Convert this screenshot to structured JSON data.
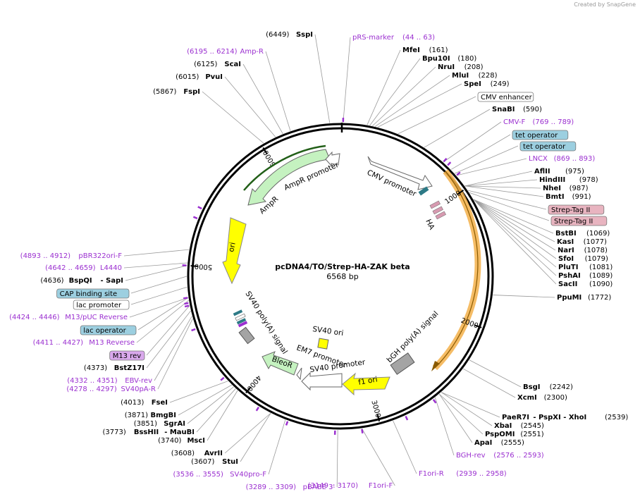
{
  "credit": "Created by SnapGene",
  "title": "pcDNA4/TO/Strep-HA-ZAK beta",
  "size": "6568 bp",
  "ticks": [
    "1000",
    "2000",
    "3000",
    "4000",
    "5000",
    "6000"
  ],
  "features": {
    "cmv_promoter": "CMV promoter",
    "ha": "HA",
    "bgh": "bGH poly(A) signal",
    "f1ori": "f1 ori",
    "sv40ori": "SV40 ori",
    "sv40prom": "SV40 promoter",
    "em7": "EM7 promoter",
    "bleor": "BleoR",
    "sv40pa": "SV40 poly(A) signal",
    "ori": "ori",
    "ampr": "AmpR",
    "ampr_prom": "AmpR promoter"
  },
  "right_labels": [
    {
      "name": "pRS-marker",
      "pos": "(44 .. 63)",
      "kind": "primer"
    },
    {
      "name": "MfeI",
      "pos": "(161)",
      "kind": "enzyme"
    },
    {
      "name": "Bpu10I",
      "pos": "(180)",
      "kind": "enzyme"
    },
    {
      "name": "NruI",
      "pos": "(208)",
      "kind": "enzyme"
    },
    {
      "name": "MluI",
      "pos": "(228)",
      "kind": "enzyme"
    },
    {
      "name": "SpeI",
      "pos": "(249)",
      "kind": "enzyme"
    },
    {
      "name": "CMV enhancer",
      "pos": "",
      "kind": "box-white"
    },
    {
      "name": "SnaBI",
      "pos": "(590)",
      "kind": "enzyme"
    },
    {
      "name": "CMV-F",
      "pos": "(769 .. 789)",
      "kind": "primer"
    },
    {
      "name": "tet operator",
      "pos": "",
      "kind": "box-teal"
    },
    {
      "name": "tet operator",
      "pos": "",
      "kind": "box-teal"
    },
    {
      "name": "LNCX",
      "pos": "(869 .. 893)",
      "kind": "primer"
    },
    {
      "name": "AflII",
      "pos": "(975)",
      "kind": "enzyme"
    },
    {
      "name": "HindIII",
      "pos": "(978)",
      "kind": "enzyme"
    },
    {
      "name": "NheI",
      "pos": "(987)",
      "kind": "enzyme"
    },
    {
      "name": "BmtI",
      "pos": "(991)",
      "kind": "enzyme"
    },
    {
      "name": "Strep-Tag II",
      "pos": "",
      "kind": "box-pink"
    },
    {
      "name": "Strep-Tag II",
      "pos": "",
      "kind": "box-pink"
    },
    {
      "name": "BstBI",
      "pos": "(1069)",
      "kind": "enzyme"
    },
    {
      "name": "KasI",
      "pos": "(1077)",
      "kind": "enzyme"
    },
    {
      "name": "NarI",
      "pos": "(1078)",
      "kind": "enzyme"
    },
    {
      "name": "SfoI",
      "pos": "(1079)",
      "kind": "enzyme"
    },
    {
      "name": "PluTI",
      "pos": "(1081)",
      "kind": "enzyme"
    },
    {
      "name": "PshAI",
      "pos": "(1089)",
      "kind": "enzyme"
    },
    {
      "name": "SacII",
      "pos": "(1090)",
      "kind": "enzyme"
    },
    {
      "name": "PpuMI",
      "pos": "(1772)",
      "kind": "enzyme"
    },
    {
      "name": "BsgI",
      "pos": "(2242)",
      "kind": "enzyme"
    },
    {
      "name": "XcmI",
      "pos": "(2300)",
      "kind": "enzyme"
    }
  ],
  "bottom_right_labels": [
    {
      "name": "PaeR7I",
      "extra": "- PspXI - XhoI",
      "pos": "(2539)"
    },
    {
      "name": "XbaI",
      "extra": "",
      "pos": "(2545)"
    },
    {
      "name": "PspOMI",
      "extra": "",
      "pos": "(2551)"
    },
    {
      "name": "ApaI",
      "extra": "",
      "pos": "(2555)"
    },
    {
      "name": "BGH-rev",
      "extra": "",
      "pos": "(2576 .. 2593)"
    },
    {
      "name": "F1ori-R",
      "extra": "",
      "pos": "(2939 .. 2958)"
    },
    {
      "name": "F1ori-F",
      "extra": "",
      "pos": "(3149 .. 3170)"
    },
    {
      "name": "pBABE 3'",
      "extra": "",
      "pos": "(3289 .. 3309)"
    }
  ],
  "left_labels": [
    {
      "name": "SspI",
      "pos": "(6449)",
      "kind": "enzyme"
    },
    {
      "name": "Amp-R",
      "pos": "(6195 .. 6214)",
      "kind": "primer"
    },
    {
      "name": "ScaI",
      "pos": "(6125)",
      "kind": "enzyme"
    },
    {
      "name": "PvuI",
      "pos": "(6015)",
      "kind": "enzyme"
    },
    {
      "name": "FspI",
      "pos": "(5867)",
      "kind": "enzyme"
    },
    {
      "name": "pBR322ori-F",
      "pos": "(4893 .. 4912)",
      "kind": "primer"
    },
    {
      "name": "L4440",
      "pos": "(4642 .. 4659)",
      "kind": "primer"
    },
    {
      "name": "BspQI",
      "extra": "- SapI",
      "pos": "(4636)",
      "kind": "enzyme"
    },
    {
      "name": "CAP binding site",
      "pos": "",
      "kind": "box-teal"
    },
    {
      "name": "lac promoter",
      "pos": "",
      "kind": "box-white"
    },
    {
      "name": "M13/pUC Reverse",
      "pos": "(4424 .. 4446)",
      "kind": "primer"
    },
    {
      "name": "lac operator",
      "pos": "",
      "kind": "box-teal"
    },
    {
      "name": "M13 Reverse",
      "pos": "(4411 .. 4427)",
      "kind": "primer"
    },
    {
      "name": "M13 rev",
      "pos": "",
      "kind": "box-violet"
    },
    {
      "name": "BstZ17I",
      "pos": "(4373)",
      "kind": "enzyme"
    },
    {
      "name": "EBV-rev",
      "pos": "(4332 .. 4351)",
      "kind": "primer"
    },
    {
      "name": "SV40pA-R",
      "pos": "(4278 .. 4297)",
      "kind": "primer"
    },
    {
      "name": "FseI",
      "pos": "(4013)",
      "kind": "enzyme"
    },
    {
      "name": "BmgBI",
      "pos": "(3871)",
      "kind": "enzyme"
    },
    {
      "name": "SgrAI",
      "pos": "(3851)",
      "kind": "enzyme"
    },
    {
      "name": "BssHII",
      "extra": "- MauBI",
      "pos": "(3773)",
      "kind": "enzyme"
    },
    {
      "name": "MscI",
      "pos": "(3740)",
      "kind": "enzyme"
    },
    {
      "name": "AvrII",
      "pos": "(3608)",
      "kind": "enzyme"
    },
    {
      "name": "StuI",
      "pos": "(3607)",
      "kind": "enzyme"
    },
    {
      "name": "SV40pro-F",
      "pos": "(3536 .. 3555)",
      "kind": "primer"
    }
  ],
  "colors": {
    "primer": "#9b30d0",
    "teal_box": "#9ccfe0",
    "pink_box": "#e8b4c0",
    "violet_box": "#d9a8ec",
    "green_feature": "#c5f2c0",
    "yellow_feature": "#ffff00",
    "orange_highlight": "#f3b04a",
    "gray_feature": "#a4a4a4"
  }
}
